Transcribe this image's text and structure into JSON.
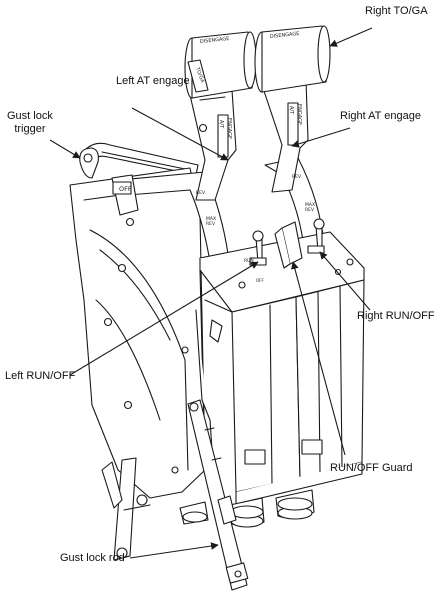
{
  "diagram": {
    "callouts": [
      {
        "id": "right-toga",
        "text": "Right TO/GA"
      },
      {
        "id": "left-at-engage",
        "text": "Left AT engage"
      },
      {
        "id": "gust-lock-trigger",
        "text": "Gust lock\ntrigger"
      },
      {
        "id": "right-at-engage",
        "text": "Right AT engage"
      },
      {
        "id": "left-run-off",
        "text": "Left RUN/OFF"
      },
      {
        "id": "right-run-off",
        "text": "Right RUN/OFF"
      },
      {
        "id": "run-off-guard",
        "text": "RUN/OFF Guard"
      },
      {
        "id": "gust-lock-rod",
        "text": "Gust lock rod"
      }
    ],
    "part_markings": {
      "disengage": "DISENGAGE",
      "toga": "TO/GA",
      "at": "A/T",
      "engage": "ENGAGE",
      "off": "OFF",
      "max_rev": "MAX\nREV",
      "rev": "REV",
      "run": "RUN",
      "off_small": "OFF"
    },
    "line_color": "#1a1a1a",
    "background": "#ffffff"
  }
}
